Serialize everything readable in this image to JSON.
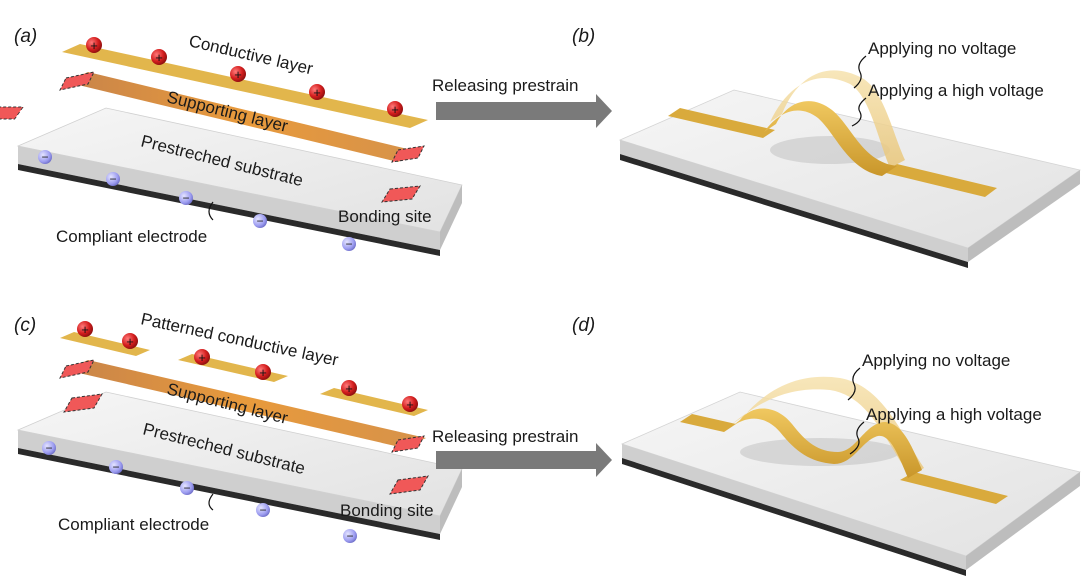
{
  "panels": {
    "a": {
      "label": "a",
      "conductive": "Conductive layer",
      "supporting": "Supporting layer",
      "substrate": "Prestreched substrate",
      "bonding": "Bonding site",
      "electrode": "Compliant electrode"
    },
    "b": {
      "label": "b",
      "no_voltage": "Applying no voltage",
      "high_voltage": "Applying a high voltage"
    },
    "c": {
      "label": "c",
      "conductive": "Patterned conductive layer",
      "supporting": "Supporting layer",
      "substrate": "Prestreched substrate",
      "bonding": "Bonding site",
      "electrode": "Compliant electrode"
    },
    "d": {
      "label": "d",
      "no_voltage": "Applying no voltage",
      "high_voltage": "Applying a high voltage"
    }
  },
  "arrows": {
    "top": "Releasing prestrain",
    "bottom": "Releasing prestrain"
  },
  "charge_symbols": {
    "positive": "+",
    "negative": "−"
  },
  "colors": {
    "positive_charge": "#d42020",
    "negative_charge": "#9c9cf0",
    "conductive": "#e2b64c",
    "supporting": "#e59a45",
    "bonding": "#f05858",
    "substrate": "#e6e6e6",
    "electrode": "#2a2a2a",
    "arrow": "#7a7a7a"
  }
}
